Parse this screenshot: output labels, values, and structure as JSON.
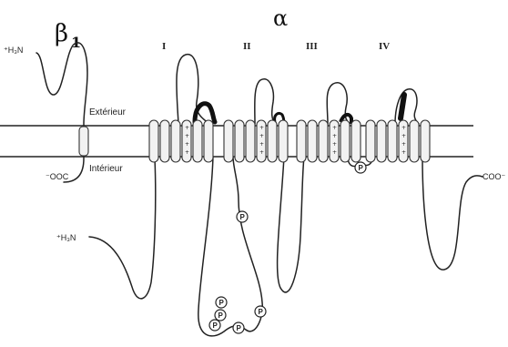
{
  "labels": {
    "beta_subunit": "β",
    "beta_subscript": "1",
    "alpha_subunit": "α",
    "domain_1": "I",
    "domain_2": "II",
    "domain_3": "III",
    "domain_4": "IV",
    "exterior": "Extérieur",
    "interior": "Intérieur",
    "beta_n_terminus": "⁺H₃N",
    "beta_c_terminus": "⁻OOC",
    "alpha_n_terminus": "⁺H₃N",
    "alpha_c_terminus": "COO⁻",
    "phospho": "P"
  },
  "colors": {
    "line": "#222222",
    "segment_fill": "#f2f2f2",
    "background": "#ffffff"
  },
  "marks": {
    "phosphorylation_count": 7,
    "voltage_sensor_plus_signs": "+"
  }
}
